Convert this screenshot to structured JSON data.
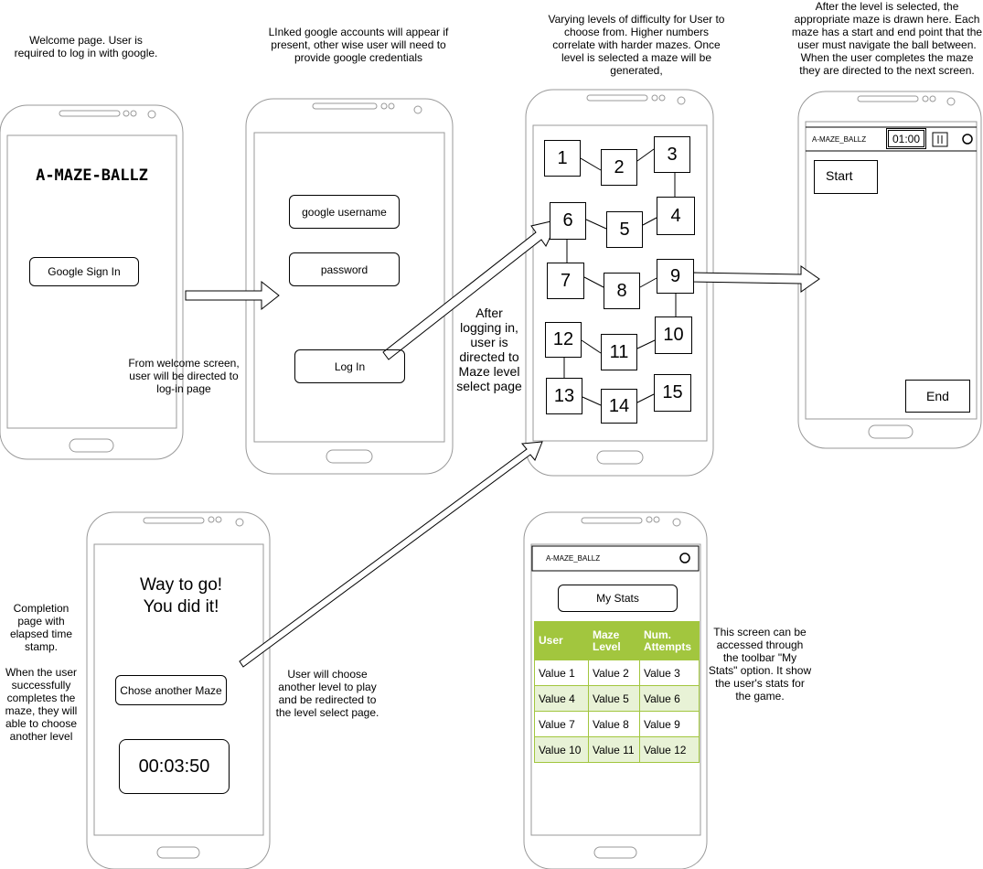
{
  "notes": {
    "welcome": "Welcome page. User is required to log in with google.",
    "login": "LInked google accounts will appear if present, other wise user will need to provide google credentials",
    "levels": "Varying levels of difficulty for User to choose from. Higher numbers correlate with harder mazes. Once level is selected a maze will be generated,",
    "maze": "After the level is selected, the appropriate maze is drawn here. Each maze has a start and end point that the user must navigate the ball between. When the user completes the maze they are directed to the next screen.",
    "welcome_to_login": "From welcome screen, user will be directed to log-in page",
    "after_login": "After logging in, user is directed to Maze level select page",
    "completion": "Completion page with elapsed time stamp.\n\nWhen the user successfully completes the maze, they will able to choose another level",
    "choose_another": "User will choose another level to play and be redirected to the level select page.",
    "stats": "This screen can be accessed through the toolbar \"My Stats\" option. It show the user's stats for the game."
  },
  "welcome_screen": {
    "title": "A-MAZE-BALLZ",
    "signin_button": "Google Sign In"
  },
  "login_screen": {
    "username_field": "google username",
    "password_field": "password",
    "login_button": "Log In"
  },
  "level_screen": {
    "levels": [
      "1",
      "2",
      "3",
      "4",
      "5",
      "6",
      "7",
      "8",
      "9",
      "10",
      "11",
      "12",
      "13",
      "14",
      "15"
    ]
  },
  "maze_screen": {
    "toolbar_title": "A-MAZE_BALLZ",
    "timer": "01:00",
    "start_label": "Start",
    "end_label": "End"
  },
  "completion_screen": {
    "message": "Way to go!\nYou did it!",
    "choose_button": "Chose another Maze",
    "elapsed_time": "00:03:50"
  },
  "stats_screen": {
    "toolbar_title": "A-MAZE_BALLZ",
    "stats_button": "My Stats",
    "columns": [
      "User",
      "Maze Level",
      "Num. Attempts"
    ],
    "rows": [
      [
        "Value 1",
        "Value 2",
        "Value 3"
      ],
      [
        "Value 4",
        "Value 5",
        "Value 6"
      ],
      [
        "Value 7",
        "Value 8",
        "Value 9"
      ],
      [
        "Value 10",
        "Value 11",
        "Value 12"
      ]
    ],
    "header_color": "#a2c63e",
    "stripe_color": "#e8f2d6"
  }
}
